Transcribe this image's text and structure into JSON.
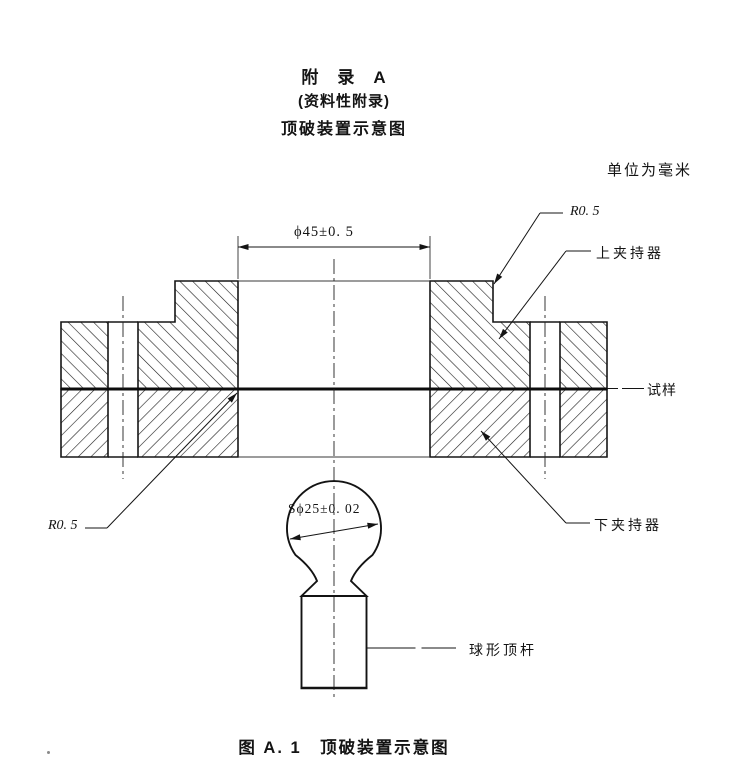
{
  "page": {
    "background": "#ffffff",
    "ink": "#141414"
  },
  "header": {
    "appendix_title": "附　录　A",
    "appendix_subtitle": "(资料性附录)",
    "appendix_heading": "顶破装置示意图",
    "units_note": "单位为毫米"
  },
  "drawing": {
    "dimensions": {
      "clamp_opening": "ϕ45±0. 5",
      "ball_diameter": "Sϕ25±0. 02"
    },
    "labels": {
      "fillet_top": "R0. 5",
      "upper_clamp": "上夹持器",
      "specimen": "试样",
      "lower_clamp": "下夹持器",
      "fillet_left": "R0. 5",
      "ball_rod": "球形顶杆"
    }
  },
  "caption": "图 A. 1　顶破装置示意图"
}
